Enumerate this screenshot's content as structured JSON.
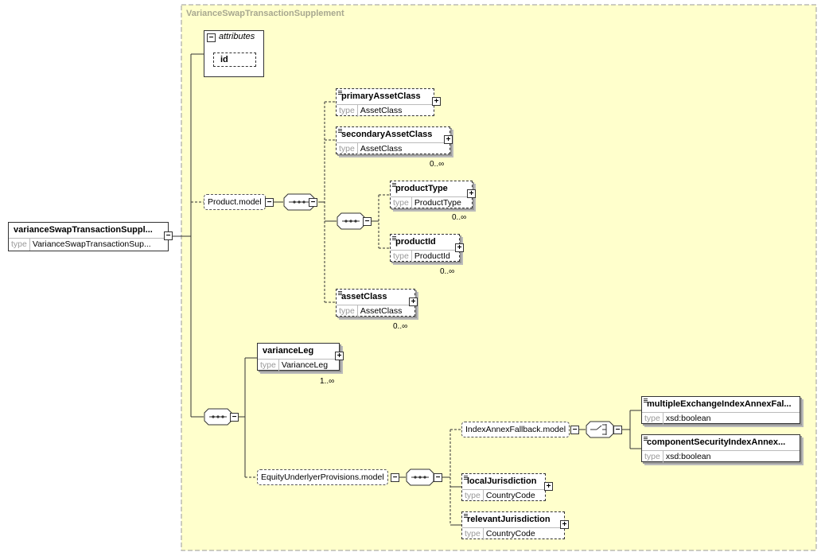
{
  "container": {
    "title": "VarianceSwapTransactionSupplement"
  },
  "root": {
    "name": "varianceSwapTransactionSuppl...",
    "type_key": "type",
    "type_value": "VarianceSwapTransactionSup..."
  },
  "attributes": {
    "label": "attributes",
    "items": [
      "id"
    ]
  },
  "groups": {
    "product_model": "Product.model",
    "index_fallback": "IndexAnnexFallback.model",
    "equity_underlyer": "EquityUnderlyerProvisions.model"
  },
  "elements": {
    "primaryAssetClass": {
      "name": "primaryAssetClass",
      "type": "AssetClass"
    },
    "secondaryAssetClass": {
      "name": "secondaryAssetClass",
      "type": "AssetClass",
      "card": "0..∞"
    },
    "productType": {
      "name": "productType",
      "type": "ProductType",
      "card": "0..∞"
    },
    "productId": {
      "name": "productId",
      "type": "ProductId",
      "card": "0..∞"
    },
    "assetClass": {
      "name": "assetClass",
      "type": "AssetClass",
      "card": "0..∞"
    },
    "varianceLeg": {
      "name": "varianceLeg",
      "type": "VarianceLeg",
      "card": "1..∞"
    },
    "multipleExchange": {
      "name": "multipleExchangeIndexAnnexFal...",
      "type": "xsd:boolean"
    },
    "componentSecurity": {
      "name": "componentSecurityIndexAnnex...",
      "type": "xsd:boolean"
    },
    "localJurisdiction": {
      "name": "localJurisdiction",
      "type": "CountryCode"
    },
    "relevantJurisdiction": {
      "name": "relevantJurisdiction",
      "type": "CountryCode"
    }
  },
  "labels": {
    "type_key": "type"
  },
  "colors": {
    "container_bg": "#ffffcc",
    "container_border": "#999999",
    "label": "#a8a890",
    "line": "#333333"
  }
}
